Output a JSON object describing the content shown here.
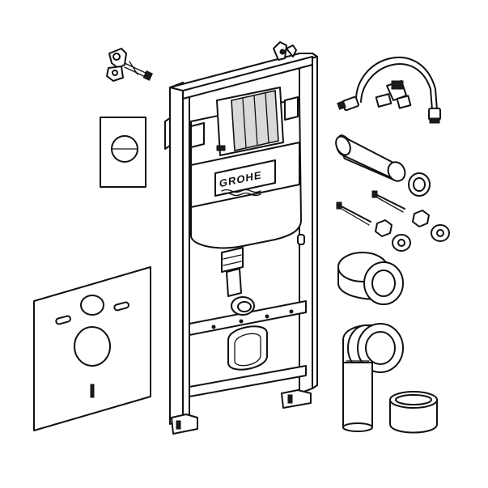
{
  "brand": {
    "logo_text": "GROHE"
  },
  "colors": {
    "line": "#111111",
    "background": "#ffffff",
    "fill_dark": "#1a1a1a",
    "fill_light": "#d9d9d9"
  },
  "parts": [
    {
      "id": "wall-anchor-bracket",
      "icon": "bracket-icon"
    },
    {
      "id": "flush-plate",
      "icon": "flush-plate-icon"
    },
    {
      "id": "soundproofing-pad",
      "icon": "pad-icon"
    },
    {
      "id": "installation-frame",
      "icon": "frame-icon"
    },
    {
      "id": "supply-hose",
      "icon": "hose-icon"
    },
    {
      "id": "flush-pipe",
      "icon": "pipe-icon"
    },
    {
      "id": "bolts-and-nuts",
      "icon": "bolt-icon"
    },
    {
      "id": "pipe-connector",
      "icon": "connector-icon"
    },
    {
      "id": "drain-elbow",
      "icon": "elbow-icon"
    },
    {
      "id": "protective-cap",
      "icon": "cap-icon"
    }
  ]
}
